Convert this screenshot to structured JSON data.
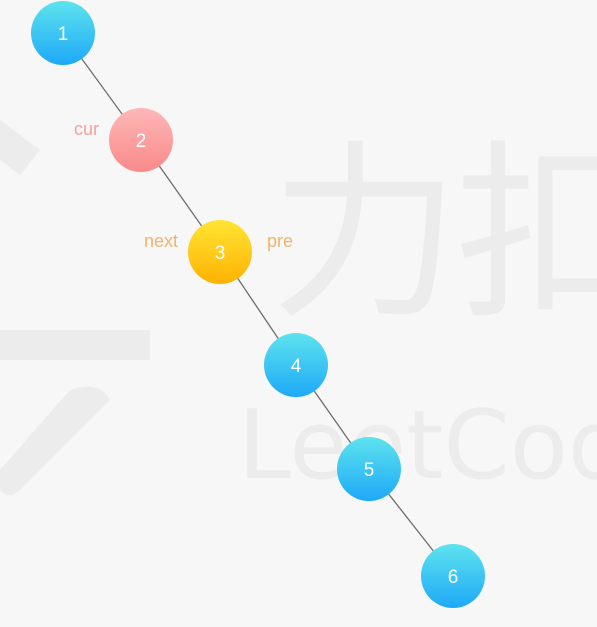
{
  "diagram": {
    "nodes": [
      {
        "id": "1",
        "label": "1",
        "color": "blue"
      },
      {
        "id": "2",
        "label": "2",
        "color": "red"
      },
      {
        "id": "3",
        "label": "3",
        "color": "yellow"
      },
      {
        "id": "4",
        "label": "4",
        "color": "blue"
      },
      {
        "id": "5",
        "label": "5",
        "color": "blue"
      },
      {
        "id": "6",
        "label": "6",
        "color": "blue"
      }
    ],
    "edges": [
      [
        "1",
        "2"
      ],
      [
        "2",
        "3"
      ],
      [
        "3",
        "4"
      ],
      [
        "4",
        "5"
      ],
      [
        "5",
        "6"
      ]
    ],
    "annotations": [
      {
        "text": "cur",
        "node": "2",
        "side": "left",
        "color": "#f4a0a0"
      },
      {
        "text": "next",
        "node": "3",
        "side": "left",
        "color": "#f3b36b"
      },
      {
        "text": "pre",
        "node": "3",
        "side": "right",
        "color": "#f3b36b"
      }
    ]
  },
  "colors": {
    "blue_top": "#5ee3ee",
    "blue_bottom": "#1ea9f7",
    "red_top": "#ffb7b7",
    "red_bottom": "#f98a8a",
    "yellow_top": "#ffe534",
    "yellow_bottom": "#ffb202",
    "edge": "#6e6e6e",
    "background": "#f7f7f7"
  },
  "watermark": {
    "brand": "LeetCode",
    "chars": [
      "力",
      "扣"
    ]
  }
}
